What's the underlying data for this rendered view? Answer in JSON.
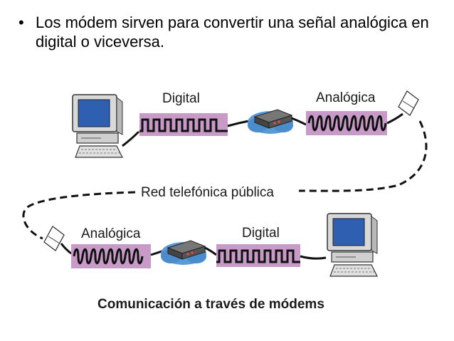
{
  "bullet": {
    "symbol": "•",
    "text": "Los módem sirven para convertir una señal analógica en digital o viceversa."
  },
  "diagram": {
    "top_digital_label": "Digital",
    "top_analog_label": "Analógica",
    "network_label": "Red telefónica pública",
    "bottom_analog_label": "Analógica",
    "bottom_digital_label": "Digital",
    "caption": "Comunicación a través de módems"
  },
  "colors": {
    "signal_band": "#c79ac7",
    "signal_stroke": "#111111",
    "modem_cloud": "#5b9bd5",
    "monitor_screen": "#2e5fb0",
    "computer_body": "#d9d9d9"
  }
}
